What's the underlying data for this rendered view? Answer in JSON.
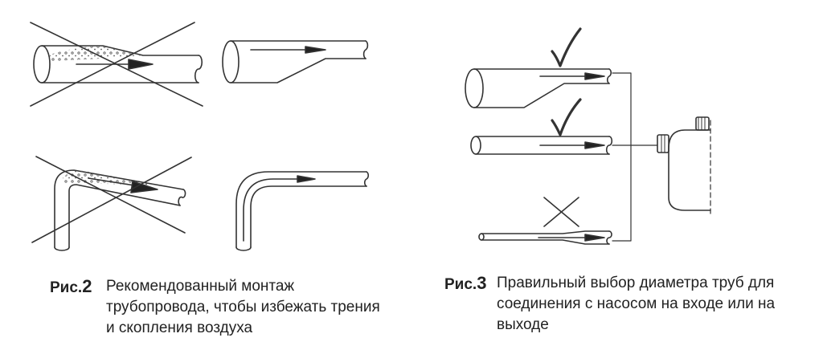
{
  "fig2": {
    "label": "Рис.",
    "number": "2",
    "lines": [
      "Рекомендованный монтаж",
      "трубопровода, чтобы избежать трения",
      "и скопления воздуха"
    ]
  },
  "fig3": {
    "label": "Рис.",
    "number": "3",
    "lines": [
      "Правильный выбор диаметра труб для",
      "соединения с насосом на входе или на",
      "выходе"
    ]
  },
  "marks": {
    "correct_icon": "check-mark-icon",
    "wrong_icon": "cross-mark-icon"
  },
  "colors": {
    "line": "#333333",
    "text": "#222222"
  }
}
